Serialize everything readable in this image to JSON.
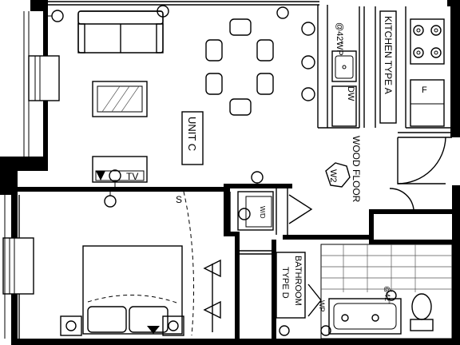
{
  "rooms": {
    "unit": "UNIT C",
    "kitchen": "KITCHEN TYPE A",
    "bathroom_line1": "BATHROOM",
    "bathroom_line2": "TYPE D",
    "floor": "WOOD FLOOR"
  },
  "tags": {
    "flooring": "W2",
    "washer_dryer": "W/D"
  },
  "annotations": {
    "kitchen_wp_height": "@42\"",
    "wp": "WP",
    "dishwasher": "DW",
    "fridge": "F",
    "tv": "TV",
    "switch": "S",
    "bath_wp": "WP",
    "bath_wp_height": "@42\""
  },
  "colors": {
    "line": "#000000",
    "background": "#ffffff",
    "hatch": "#555555"
  }
}
